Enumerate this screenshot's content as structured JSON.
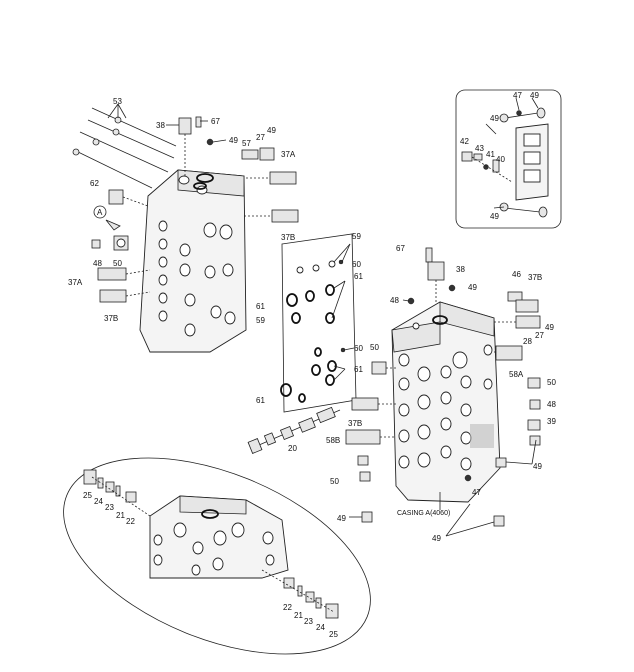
{
  "diagram": {
    "casing_label": "CASING A(4060)",
    "labels": {
      "l53": "53",
      "l38a": "38",
      "l67a": "67",
      "l49a": "49",
      "l27a": "27",
      "l49b": "49",
      "l57": "57",
      "l37a_top": "37A",
      "l62": "62",
      "lA": "A",
      "l37b_a": "37B",
      "l48a": "48",
      "l50a": "50",
      "l37a_left": "37A",
      "l37b_left": "37B",
      "l59a": "59",
      "l60a": "60",
      "l61a": "61",
      "l61b": "61",
      "l59b": "59",
      "l60b": "60",
      "l61c": "61",
      "l61d": "61",
      "l20": "20",
      "l67b": "67",
      "l38b": "38",
      "l49c": "49",
      "l48b": "48",
      "l46": "46",
      "l37b_right": "37B",
      "l49d": "49",
      "l28": "28",
      "l27b": "27",
      "l50b": "50",
      "l58a": "58A",
      "l50c": "50",
      "l48c": "48",
      "l39": "39",
      "l37b_mid": "37B",
      "l58b": "58B",
      "l49e": "49",
      "l50d": "50",
      "l47b": "47",
      "l49f": "49",
      "l49g": "49",
      "i47": "47",
      "i49a": "49",
      "i49b": "49",
      "i42": "42",
      "i43": "43",
      "i41": "41",
      "i40": "40",
      "i49c": "49",
      "e25a": "25",
      "e24a": "24",
      "e23a": "23",
      "e21a": "21",
      "e22a": "22",
      "e22b": "22",
      "e21b": "21",
      "e23b": "23",
      "e24b": "24",
      "e25b": "25"
    }
  }
}
